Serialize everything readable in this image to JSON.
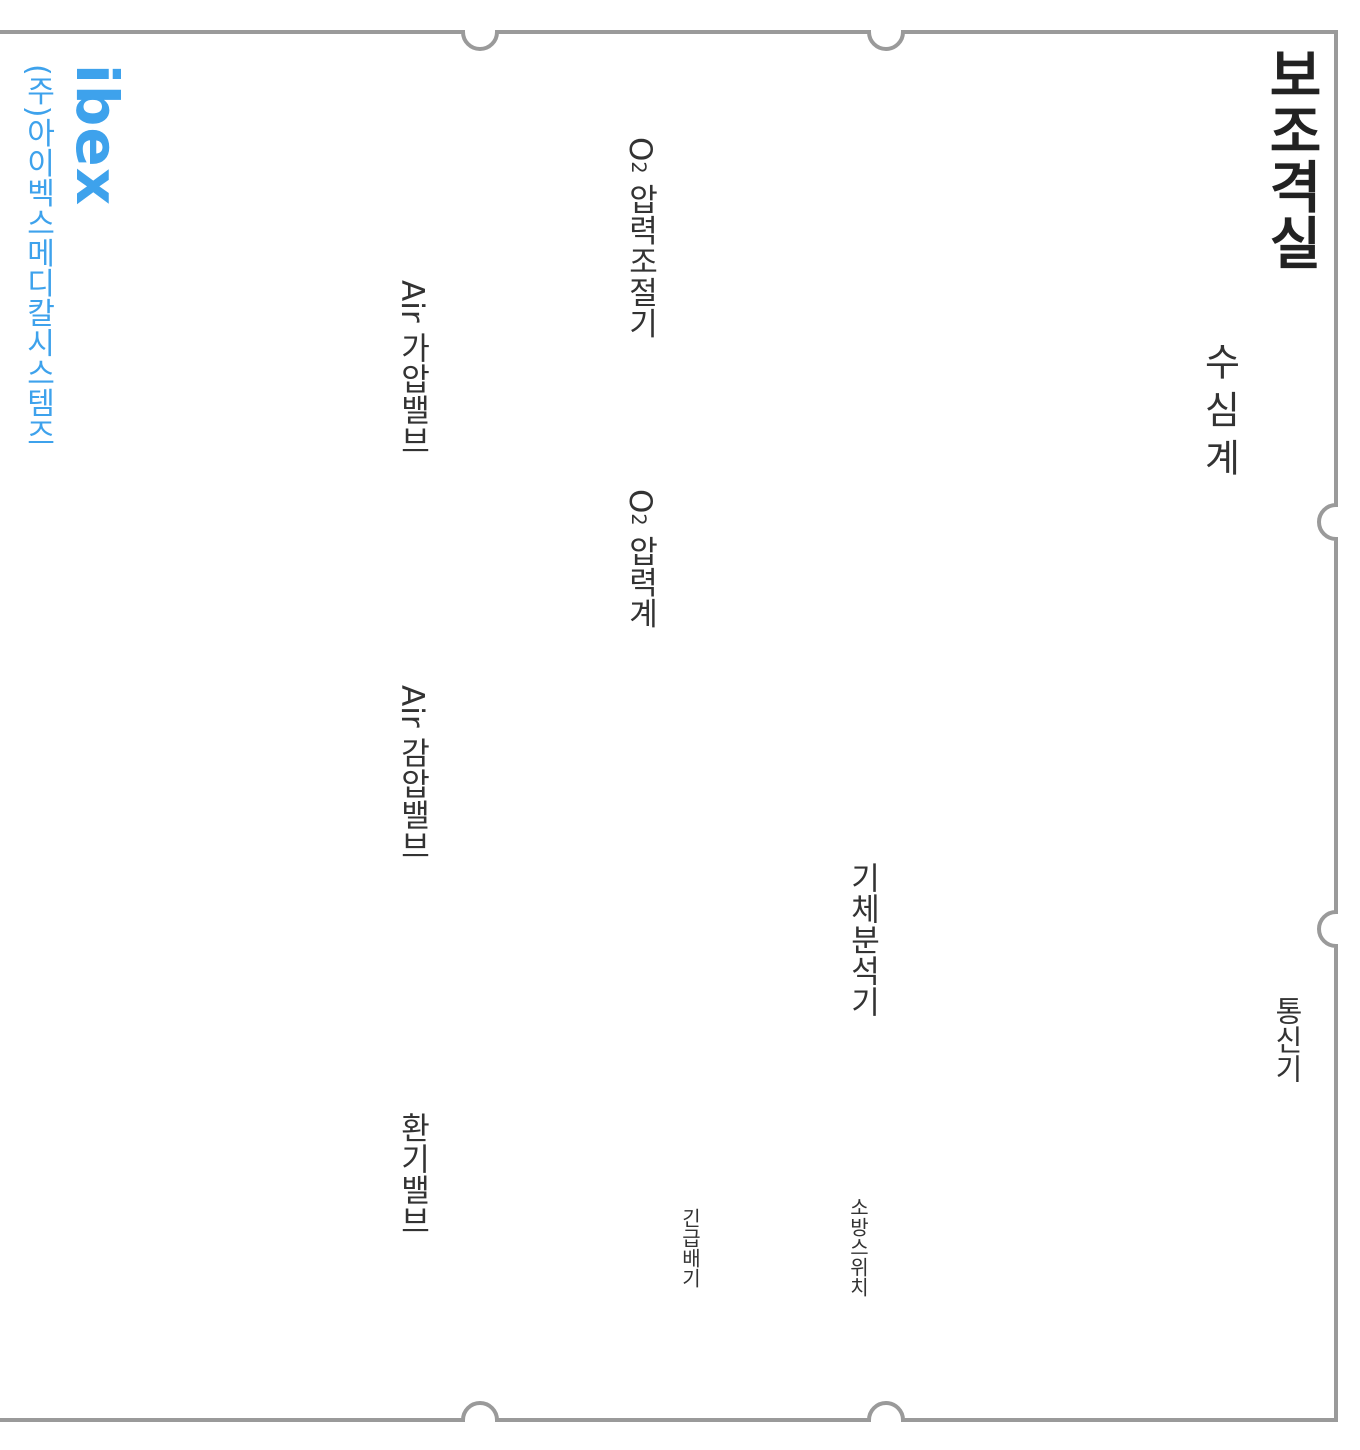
{
  "title": "보조격실",
  "labels": {
    "depth_gauge": "수심계",
    "communicator": "통신기",
    "gas_analyzer": "기체분석기",
    "fire_switch": "소방스위치",
    "emergency_exhaust": "긴급배기",
    "o2_pressure_regulator": {
      "prefix": "O",
      "sub": "2",
      "suffix": " 압력조절기"
    },
    "o2_pressure_gauge": {
      "prefix": "O",
      "sub": "2",
      "suffix": " 압력계"
    },
    "air_pressurize_valve": "Air 가압밸브",
    "air_depressurize_valve": "Air 감압밸브",
    "ventilation_valve": "환기밸브"
  },
  "brand": {
    "logo": "ibex",
    "company": "(주)아이벡스메디칼시스템즈"
  },
  "colors": {
    "frame": "#9a9a9a",
    "brand": "#3ea2ec",
    "text": "#333333"
  }
}
